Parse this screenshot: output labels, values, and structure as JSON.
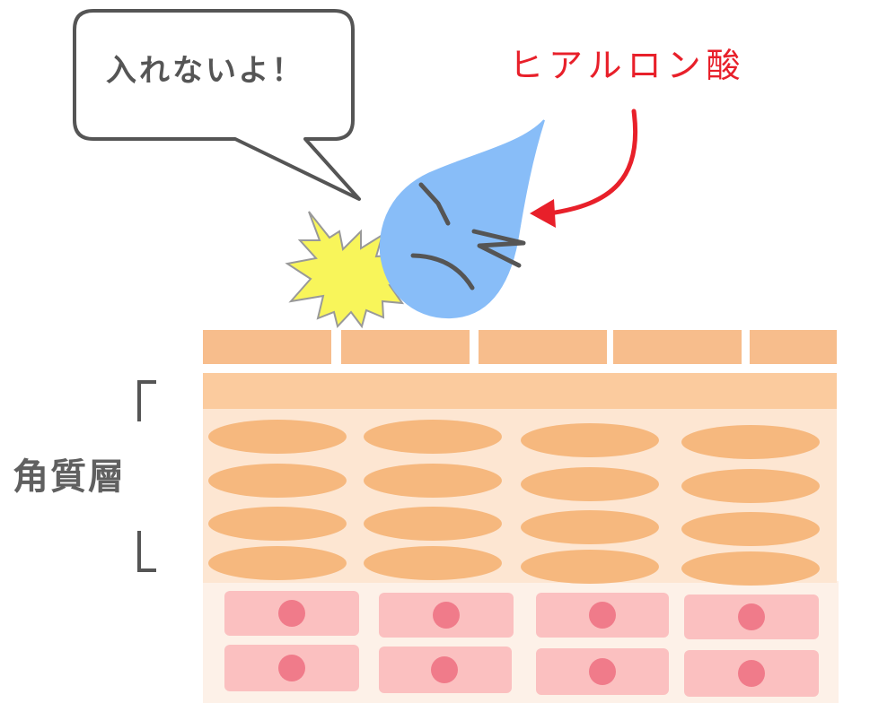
{
  "speech_bubble": {
    "text": "入れないよ！"
  },
  "hyaluronic_label": {
    "text": "ヒアルロン酸"
  },
  "stratum_label": {
    "text": "角質層"
  },
  "colors": {
    "skin_top_block": "#f7bd8c",
    "skin_band": "#fbcb9e",
    "skin_background": "#fde6d2",
    "corneocyte": "#f6b87e",
    "lower_background": "#fdf1e8",
    "cell_body": "#fbc0c0",
    "cell_nucleus": "#f07b8a",
    "droplet": "#88bdf8",
    "burst": "#f8f55a",
    "arrow": "#e8202a",
    "outline_gray": "#555555"
  }
}
